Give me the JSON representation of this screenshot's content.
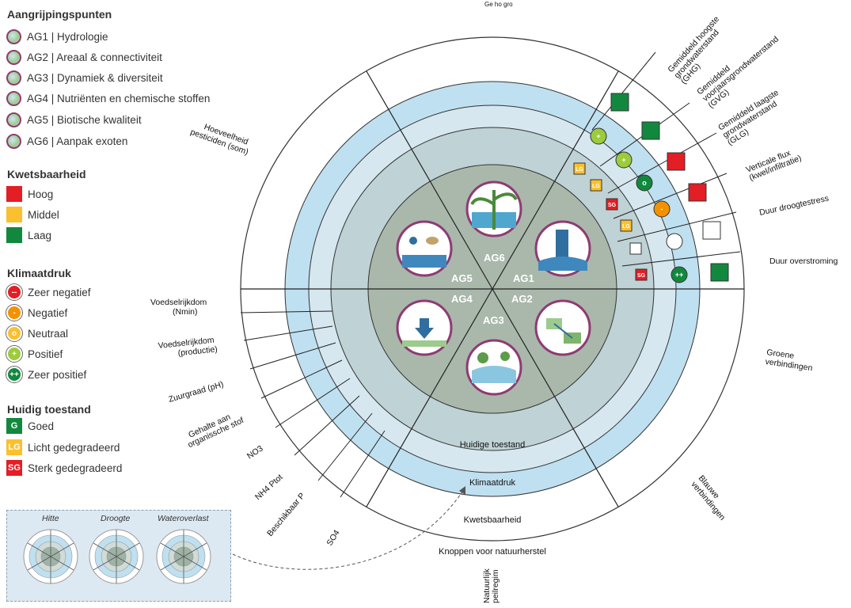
{
  "legend": {
    "aangrijpingspunten": {
      "title": "Aangrijpingspunten",
      "items": [
        {
          "label": "AG1 | Hydrologie",
          "icon": "hydrology-icon"
        },
        {
          "label": "AG2 | Areaal & connectiviteit",
          "icon": "connectivity-icon"
        },
        {
          "label": "AG3 | Dynamiek & diversiteit",
          "icon": "dynamics-icon"
        },
        {
          "label": "AG4 | Nutriënten en chemische stoffen",
          "icon": "nutrients-icon"
        },
        {
          "label": "AG5 | Biotische kwaliteit",
          "icon": "biotic-icon"
        },
        {
          "label": "AG6 | Aanpak exoten",
          "icon": "exotics-icon"
        }
      ]
    },
    "kwetsbaarheid": {
      "title": "Kwetsbaarheid",
      "items": [
        {
          "label": "Hoog",
          "color": "#e31e24"
        },
        {
          "label": "Middel",
          "color": "#fbc02d"
        },
        {
          "label": "Laag",
          "color": "#12883e"
        }
      ]
    },
    "klimaatdruk": {
      "title": "Klimaatdruk",
      "items": [
        {
          "label": "Zeer negatief",
          "symbol": "--",
          "color": "#e31e24"
        },
        {
          "label": "Negatief",
          "symbol": "-",
          "color": "#f39200"
        },
        {
          "label": "Neutraal",
          "symbol": "o",
          "color": "#fbc02d"
        },
        {
          "label": "Positief",
          "symbol": "+",
          "color": "#9ccb3b"
        },
        {
          "label": "Zeer positief",
          "symbol": "++",
          "color": "#12883e"
        }
      ]
    },
    "huidig_toestand": {
      "title": "Huidig toestand",
      "items": [
        {
          "code": "G",
          "label": "Goed",
          "color": "#12883e"
        },
        {
          "code": "LG",
          "label": "Licht gedegradeerd",
          "color": "#fbc02d"
        },
        {
          "code": "SG",
          "label": "Sterk gedegradeerd",
          "color": "#e31e24"
        }
      ]
    }
  },
  "inset": {
    "captions": [
      "Hitte",
      "Droogte",
      "Wateroverlast"
    ]
  },
  "diagram": {
    "sectors": [
      "AG6",
      "AG1",
      "AG2",
      "AG3",
      "AG4",
      "AG5"
    ],
    "ring_labels": {
      "huidige_toestand": "Huidige toestand",
      "klimaatdruk": "Klimaatdruk",
      "kwetsbaarheid": "Kwetsbaarheid",
      "knoppen": "Knoppen voor natuurherstel"
    },
    "outer_labels": {
      "top_cut": "Ge ho gro",
      "ghg": [
        "Gemiddeld hoogste",
        "grondwaterstand",
        "(GHG)"
      ],
      "gvg": [
        "Gemiddeld",
        "voorjaarsgrondwaterstand",
        "(GVG)"
      ],
      "glg": [
        "Gemiddeld laagste",
        "grondwaterstand",
        "(GLG)"
      ],
      "flux": [
        "Verticale flux",
        "(kwel/infiltratie)"
      ],
      "droogtestress": "Duur droogtestress",
      "overstroming": "Duur overstroming",
      "groene": [
        "Groene",
        "verbindingen"
      ],
      "blauwe": [
        "Blauwe",
        "verbindingen"
      ],
      "peilregime": [
        "Natuurlijk",
        "peilregim"
      ],
      "so4": "SO4",
      "beschikbaar_p": "Beschikbaar P",
      "nh4": "NH4 Ptot",
      "no3": "NO3",
      "organisch": [
        "Gehalte aan",
        "organissche stof"
      ],
      "zuurgraad": "Zuurgraad (pH)",
      "productie": [
        "Voedselrijkdom",
        "(productie)"
      ],
      "nmin": [
        "Voedselrijkdom",
        "(Nmin)"
      ],
      "pesticiden": [
        "Hoeveelheid",
        "pesticiden (som)"
      ]
    },
    "ag1_cells": {
      "kwetsbaarheid": [
        {
          "row": "GHG",
          "color": "#12883e"
        },
        {
          "row": "GVG",
          "color": "#12883e"
        },
        {
          "row": "GLG",
          "color": "#e31e24"
        },
        {
          "row": "Verticale flux",
          "color": "#e31e24"
        },
        {
          "row": "Duur droogtestress",
          "color": "empty"
        },
        {
          "row": "Duur overstroming",
          "color": "#12883e"
        }
      ],
      "klimaatdruk": [
        {
          "row": "GHG",
          "symbol": "+",
          "color": "#9ccb3b"
        },
        {
          "row": "GVG",
          "symbol": "+",
          "color": "#9ccb3b"
        },
        {
          "row": "GLG",
          "symbol": "o",
          "color": "#12883e"
        },
        {
          "row": "Verticale flux",
          "symbol": "-",
          "color": "#f39200"
        },
        {
          "row": "Duur droogtestress",
          "symbol": "",
          "color": "empty"
        },
        {
          "row": "Duur overstroming",
          "symbol": "++",
          "color": "#12883e"
        }
      ],
      "huidige_toestand": [
        {
          "row": "GHG",
          "code": "LG",
          "color": "#fbc02d"
        },
        {
          "row": "GVG",
          "code": "LG",
          "color": "#fbc02d"
        },
        {
          "row": "GLG",
          "code": "SG",
          "color": "#e31e24"
        },
        {
          "row": "Verticale flux",
          "code": "LG",
          "color": "#fbc02d"
        },
        {
          "row": "Duur droogtestress",
          "code": "",
          "color": "empty"
        },
        {
          "row": "Duur overstroming",
          "code": "SG",
          "color": "#e31e24"
        }
      ]
    }
  }
}
